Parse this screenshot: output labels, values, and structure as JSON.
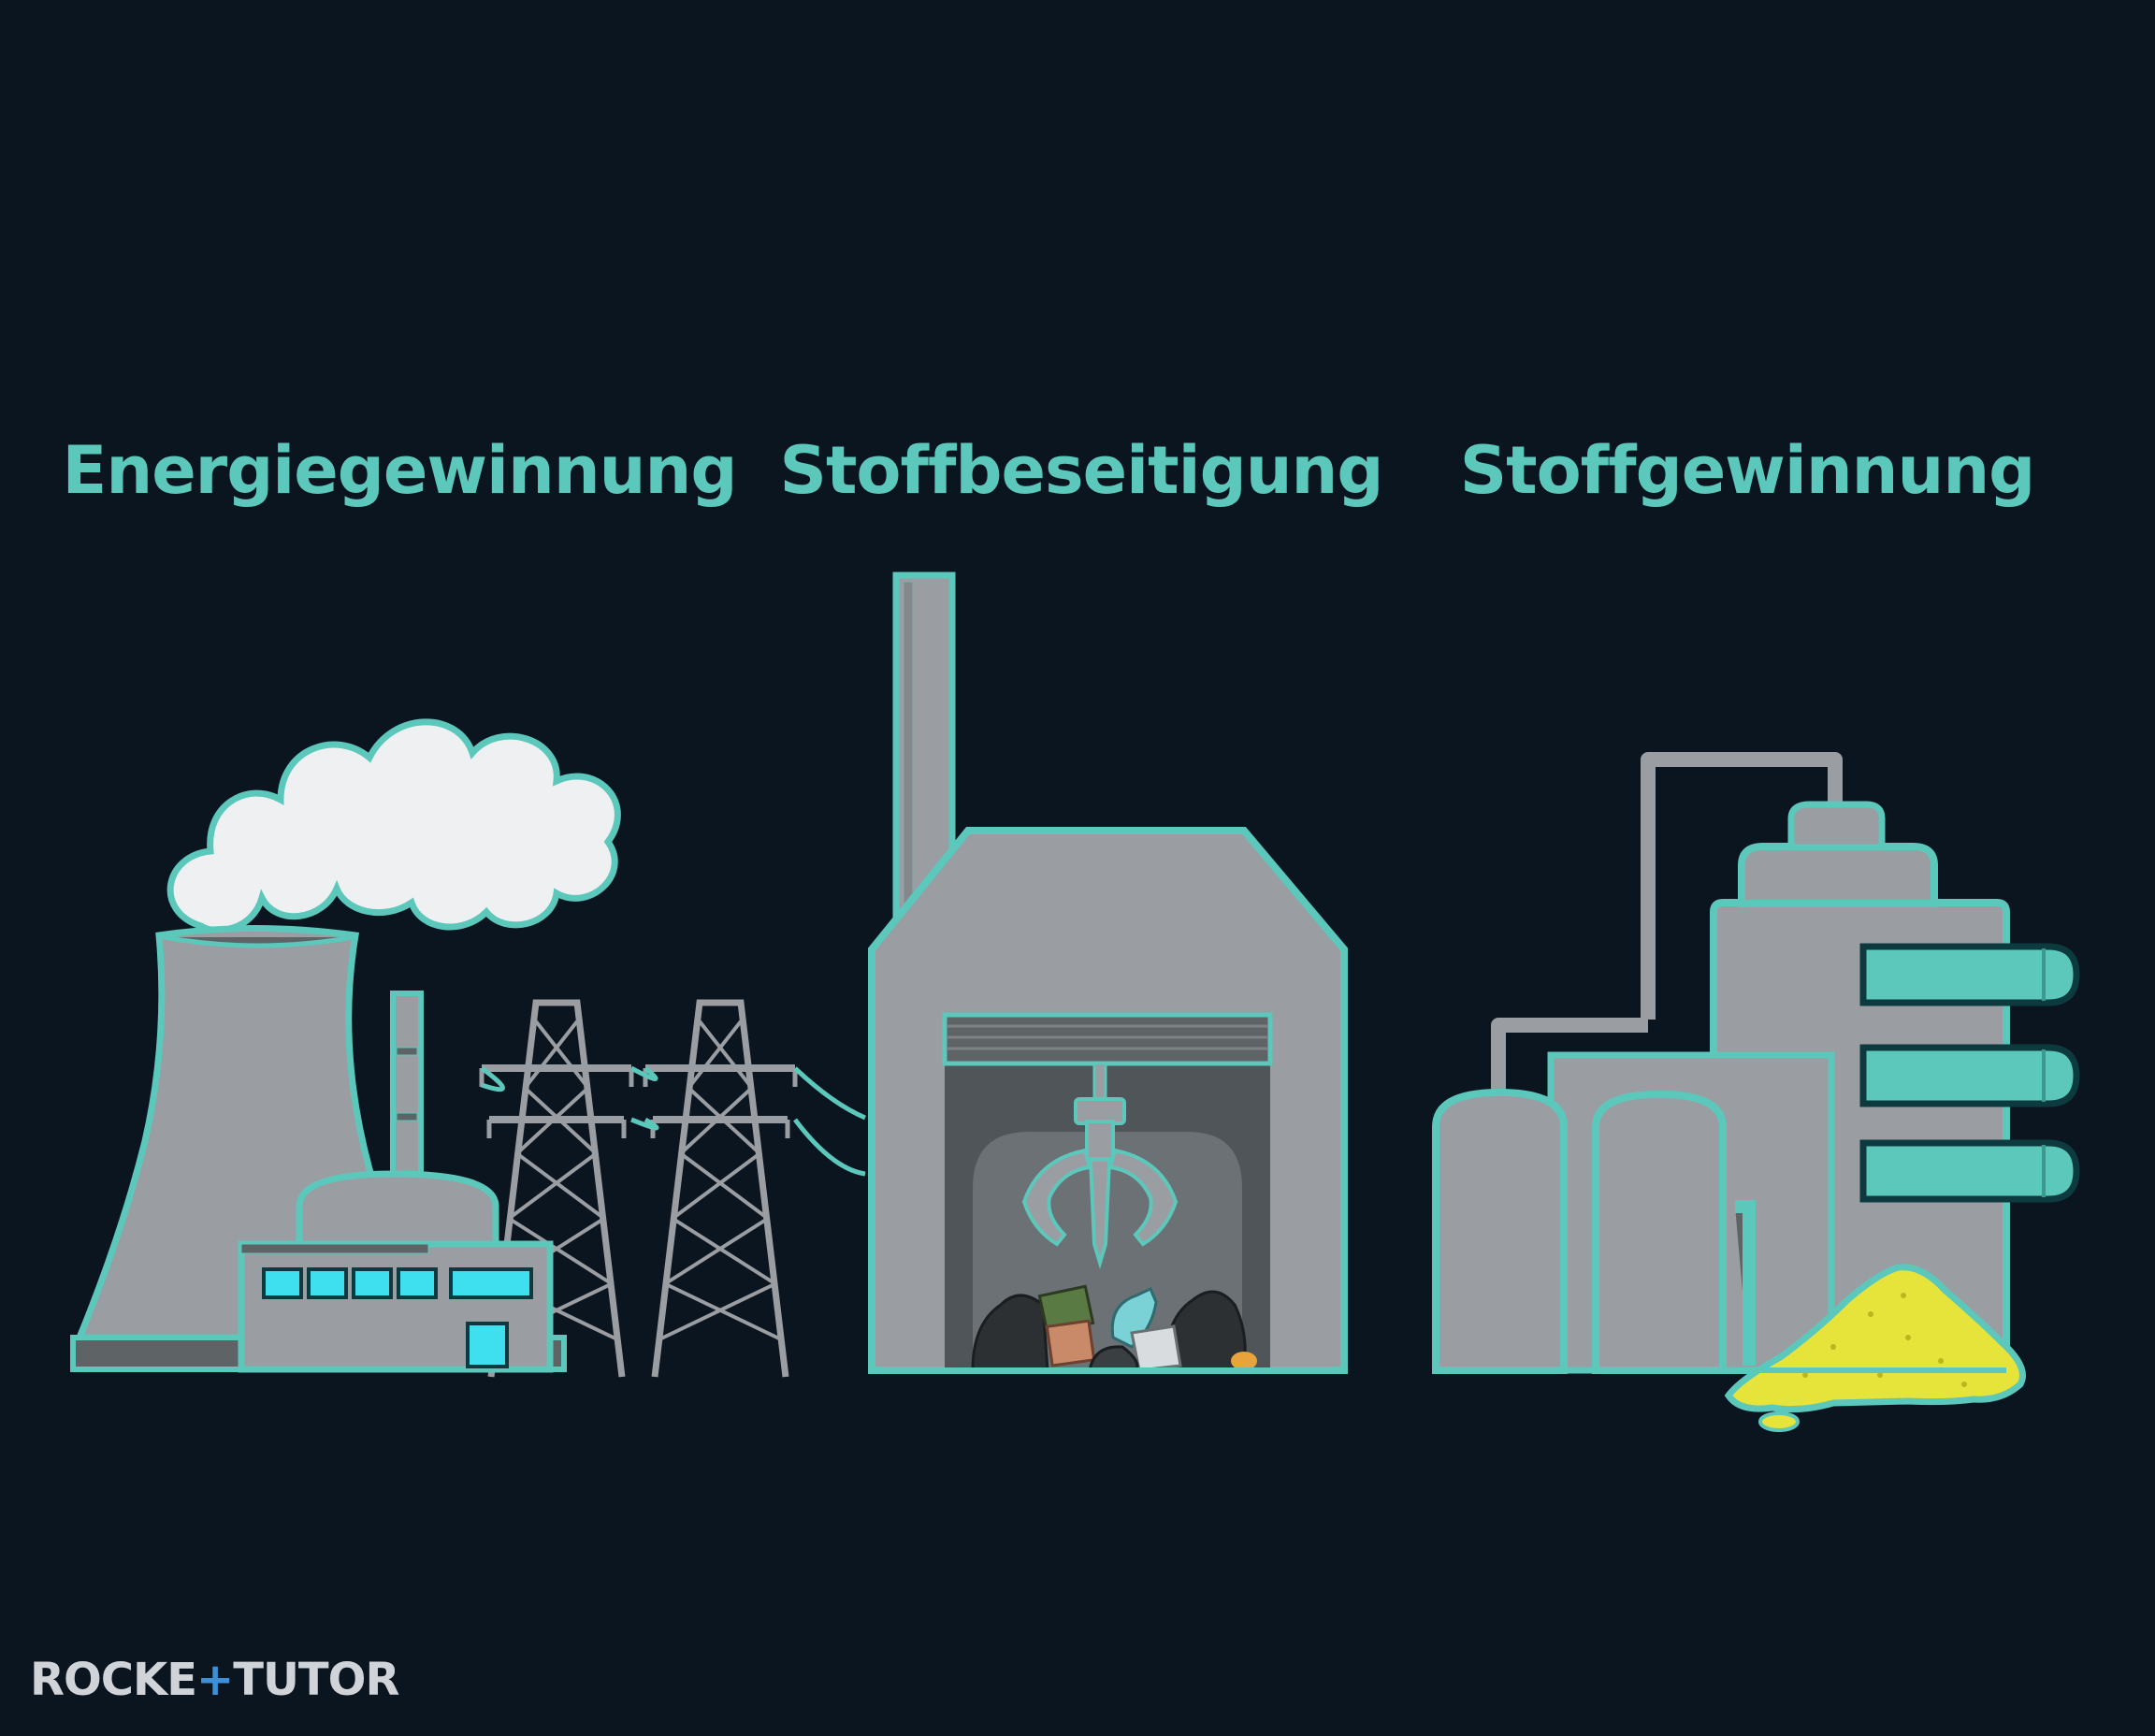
{
  "labels": {
    "energy": "Energiegewinnung",
    "disposal": "Stoffbeseitigung",
    "recovery": "Stoffgewinnung"
  },
  "logo": {
    "part1": "ROCKE",
    "part2": "TUTOR"
  },
  "colors": {
    "background": "#0a1520",
    "accent": "#5cc8bb",
    "machine": "#9a9da1",
    "machine_dark": "#5e6366",
    "window": "#3ee0f0",
    "sulfur": "#e6e33a",
    "steam": "#eef0f2",
    "logo_text": "#d0d4d8",
    "logo_accent": "#3d8fd6"
  }
}
